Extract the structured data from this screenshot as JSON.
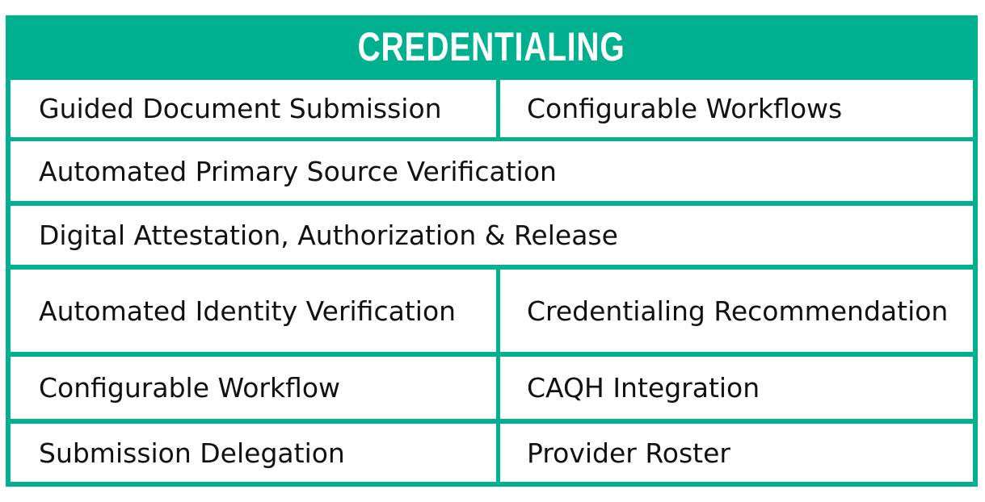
{
  "panel": {
    "title": "CREDENTIALING",
    "accent_color": "#00b08f",
    "rows": [
      [
        "Guided Document Submission",
        "Configurable Workflows"
      ],
      [
        "Automated Primary Source Verification"
      ],
      [
        "Digital Attestation, Authorization & Release"
      ],
      [
        "Automated Identity Verification",
        "Credentialing Recommendation"
      ],
      [
        "Configurable Workflow",
        "CAQH Integration"
      ],
      [
        "Submission Delegation",
        "Provider Roster"
      ]
    ]
  }
}
